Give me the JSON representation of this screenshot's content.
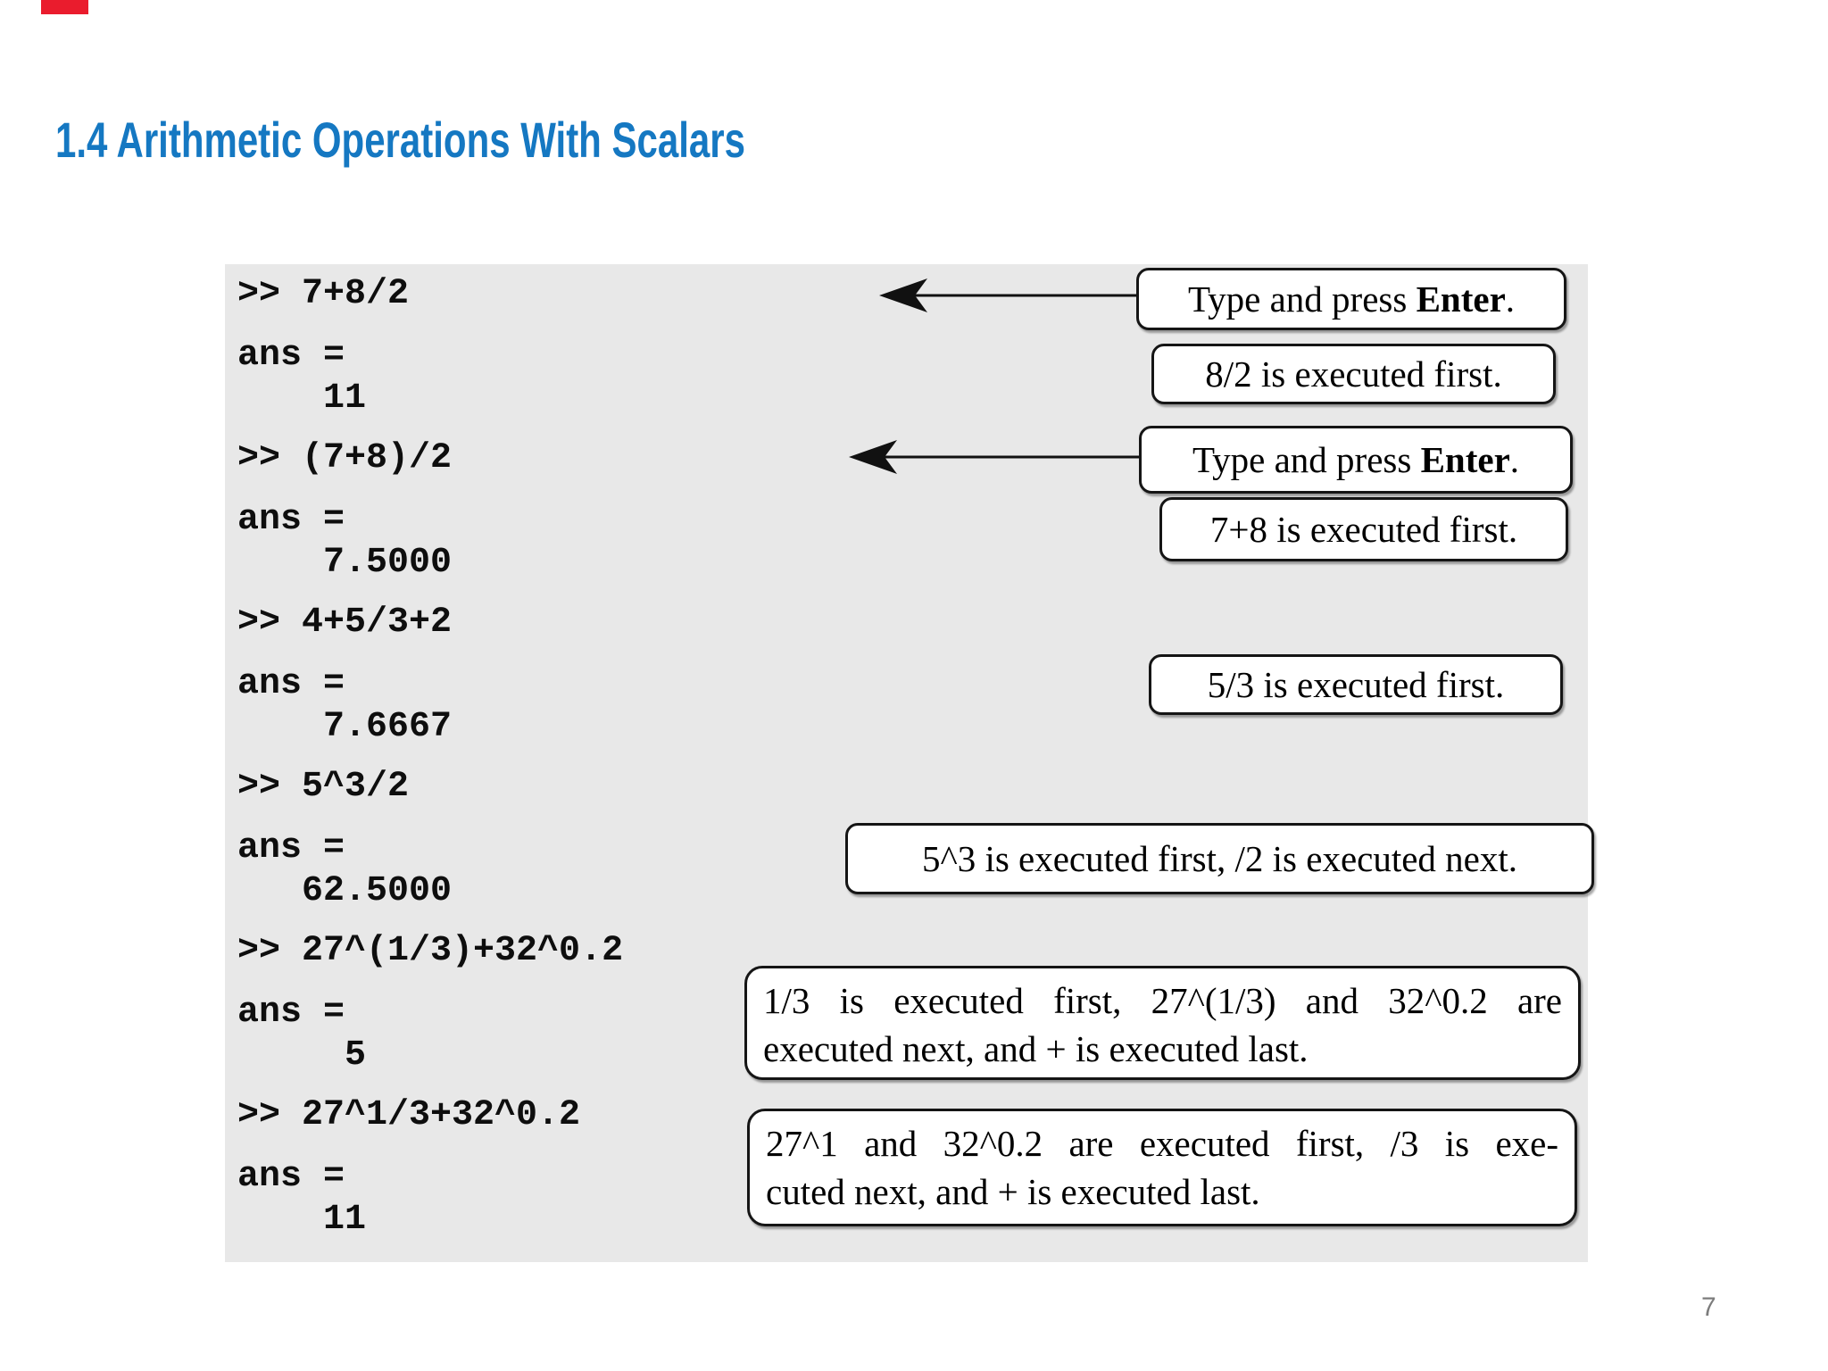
{
  "slide": {
    "title": "1.4 Arithmetic Operations With Scalars",
    "page_number": "7"
  },
  "console": {
    "groups": [
      {
        "command": ">> 7+8/2",
        "label": "ans =",
        "value": "    11"
      },
      {
        "command": ">> (7+8)/2",
        "label": "ans =",
        "value": "    7.5000"
      },
      {
        "command": ">> 4+5/3+2",
        "label": "ans =",
        "value": "    7.6667"
      },
      {
        "command": ">> 5^3/2",
        "label": "ans =",
        "value": "   62.5000"
      },
      {
        "command": ">> 27^(1/3)+32^0.2",
        "label": "ans =",
        "value": "     5"
      },
      {
        "command": ">> 27^1/3+32^0.2",
        "label": "ans =",
        "value": "    11"
      }
    ]
  },
  "callouts": {
    "enter1": {
      "prefix": "Type and press ",
      "bold": "Enter",
      "suffix": "."
    },
    "div_first": {
      "text": "8/2 is executed first."
    },
    "enter2": {
      "prefix": "Type and press ",
      "bold": "Enter",
      "suffix": "."
    },
    "paren_first": {
      "text": "7+8 is executed first."
    },
    "five_third_first": {
      "text": "5/3 is executed first."
    },
    "pow_first": {
      "text": "5^3 is executed first, /2 is executed next."
    },
    "long1": {
      "line1": "1/3 is executed first, 27^(1/3) and 32^0.2 are",
      "line2": "executed next, and + is executed last."
    },
    "long2": {
      "line1": "27^1 and 32^0.2 are executed first, /3 is exe-",
      "line2": "cuted next, and + is executed last."
    }
  },
  "colors": {
    "title_blue": "#1578c2",
    "panel_gray": "#e8e8e8",
    "callout_border": "#151515",
    "code_black": "#0e0e0e",
    "page_number_gray": "#7c7c7c",
    "record_marker_red": "#ea1c2d"
  }
}
